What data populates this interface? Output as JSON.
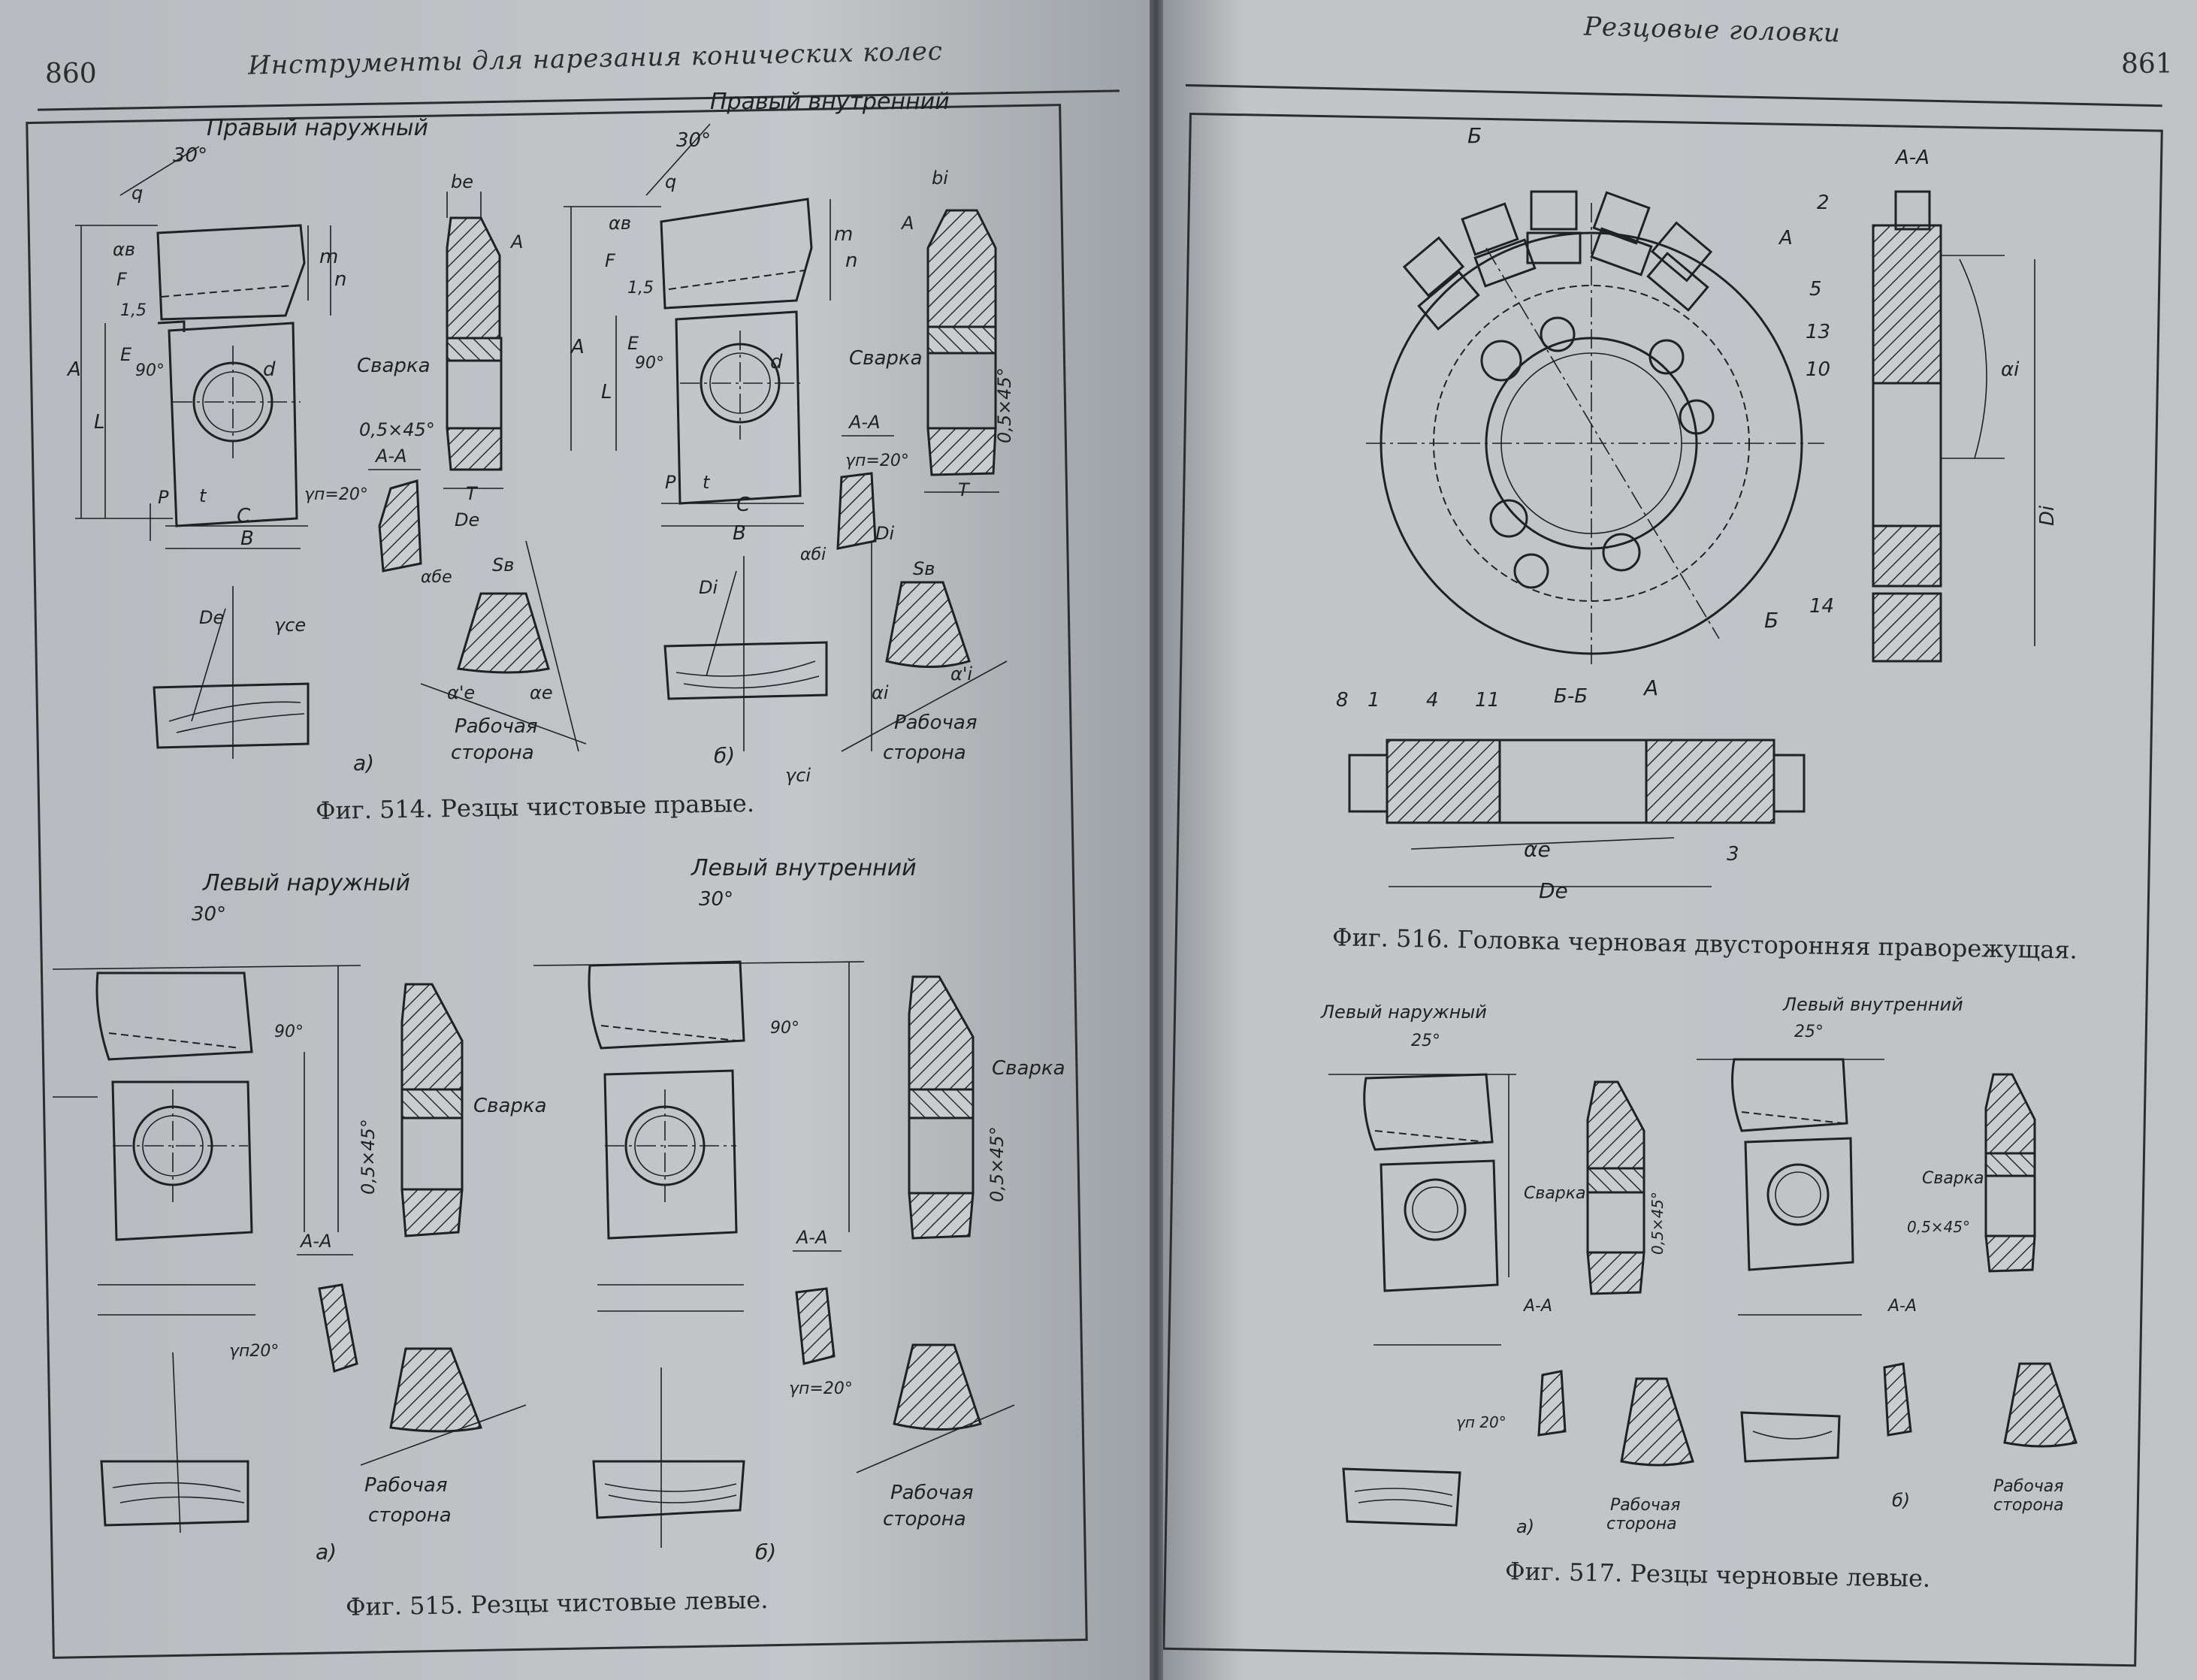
{
  "left_page": {
    "page_number": "860",
    "running_title": "Инструменты для нарезания конических колес",
    "fig514": {
      "caption": "Фиг. 514. Резцы чистовые правые.",
      "label_a": "Правый наружный",
      "label_b": "Правый внутренний",
      "sub_a": "а)",
      "sub_b": "б)",
      "weld": "Сварка",
      "chamfer": "0,5×45°",
      "section": "А-А",
      "angle": "30°",
      "right_angle": "90°",
      "dim15": "1,5",
      "gamma": "γп=20°",
      "work_side": [
        "Рабочая",
        "сторона"
      ],
      "dims": [
        "q",
        "F",
        "A",
        "L",
        "E",
        "m",
        "n",
        "d",
        "P",
        "t",
        "C",
        "B",
        "T",
        "A"
      ],
      "be": "bе",
      "bi": "bi",
      "De": "De",
      "Di": "Di",
      "Se": "Sв",
      "alpha_e": "αe",
      "alpha_e1": "α'e",
      "alpha_i": "αi",
      "alpha_i1": "α'i",
      "alpha_be": "αбе",
      "alpha_bi": "αбi",
      "alpha_v": "αв",
      "gamma_ce": "γce",
      "gamma_ci": "γci"
    },
    "fig515": {
      "caption": "Фиг. 515. Резцы чистовые левые.",
      "label_a": "Левый наружный",
      "label_b": "Левый внутренний",
      "sub_a": "а)",
      "sub_b": "б)",
      "weld": "Сварка",
      "chamfer": "0,5×45°",
      "section": "А-А",
      "angle": "30°",
      "right_angle": "90°",
      "gamma": "γп20°",
      "gamma_b": "γп=20°",
      "work_side": [
        "Рабочая",
        "сторона"
      ]
    }
  },
  "right_page": {
    "page_number": "861",
    "running_title": "Резцовые головки",
    "fig516": {
      "caption": "Фиг.  516. Головка черновая двусторонняя праворежущая.",
      "section_aa": "А-А",
      "section_bb": "Б-Б",
      "letter_b": "Б",
      "letter_a": "А",
      "parts": [
        "2",
        "5",
        "13",
        "10",
        "14",
        "8",
        "1",
        "4",
        "11",
        "3"
      ],
      "alpha_i": "αi",
      "alpha_e": "αe",
      "Di": "Di",
      "De": "De"
    },
    "fig517": {
      "caption": "Фиг. 517. Резцы черновые левые.",
      "label_a": "Левый наружный",
      "label_b": "Левый внутренний",
      "sub_a": "а)",
      "sub_b": "б)",
      "angle": "25°",
      "weld": "Сварка",
      "chamfer": "0,5×45°",
      "section": "А-А",
      "gamma": "γп 20°",
      "work_side": [
        "Рабочая",
        "сторона"
      ]
    }
  }
}
